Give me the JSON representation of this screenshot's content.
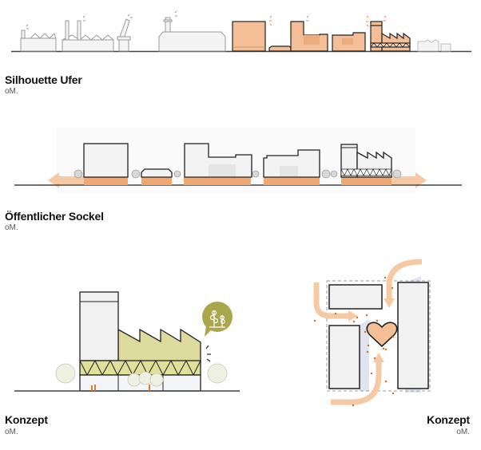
{
  "sections": {
    "silhouette": {
      "title": "Silhouette Ufer",
      "subtitle": "oM."
    },
    "sockel": {
      "title": "Öffentlicher Sockel",
      "subtitle": "oM."
    },
    "konzept_section": {
      "title": "Konzept",
      "subtitle": "oM."
    },
    "konzept_plan": {
      "title": "Konzept",
      "subtitle": "oM."
    }
  },
  "colors": {
    "orange_fill": "#f4bf96",
    "orange_accent": "#e8843e",
    "olive": "#a9a64c",
    "olive_light": "#dcdc9a",
    "grey_outline": "#9a9a9a",
    "building_fill": "#f2f2f2",
    "ground": "#444444",
    "plan_shadow": "#dfe4ee"
  }
}
